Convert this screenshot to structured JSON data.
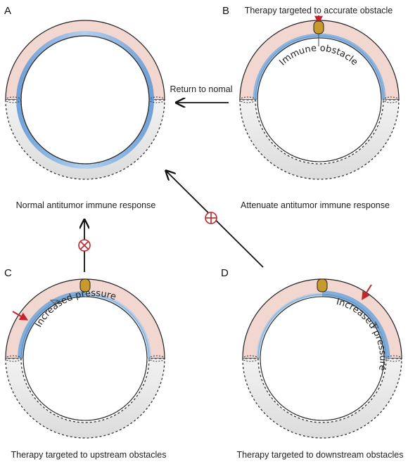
{
  "panels": {
    "A": {
      "letter": "A",
      "caption": "Normal antitumor immune response"
    },
    "B": {
      "letter": "B",
      "caption": "Attenuate antitumor immune response",
      "top_label": "Therapy targeted to accurate obstacle",
      "obstacle_label": "Immune obstacle"
    },
    "C": {
      "letter": "C",
      "caption": "Therapy targeted to upstream obstacles",
      "pressure_label": "Increased pressure"
    },
    "D": {
      "letter": "D",
      "caption": "Therapy targeted to downstream obstacles",
      "pressure_label": "Increased pressure"
    }
  },
  "arrows": {
    "b_to_a": "Return to nomal",
    "c_to_a_symbol": "blocked",
    "d_to_a_symbol": "enhanced"
  },
  "colors": {
    "ring_upper": "#f1d7d0",
    "ring_lower": "#e6e6e6",
    "flow_blue": "#6fa6dc",
    "obstacle": "#c89a2b",
    "red_marker": "#c0262c"
  }
}
